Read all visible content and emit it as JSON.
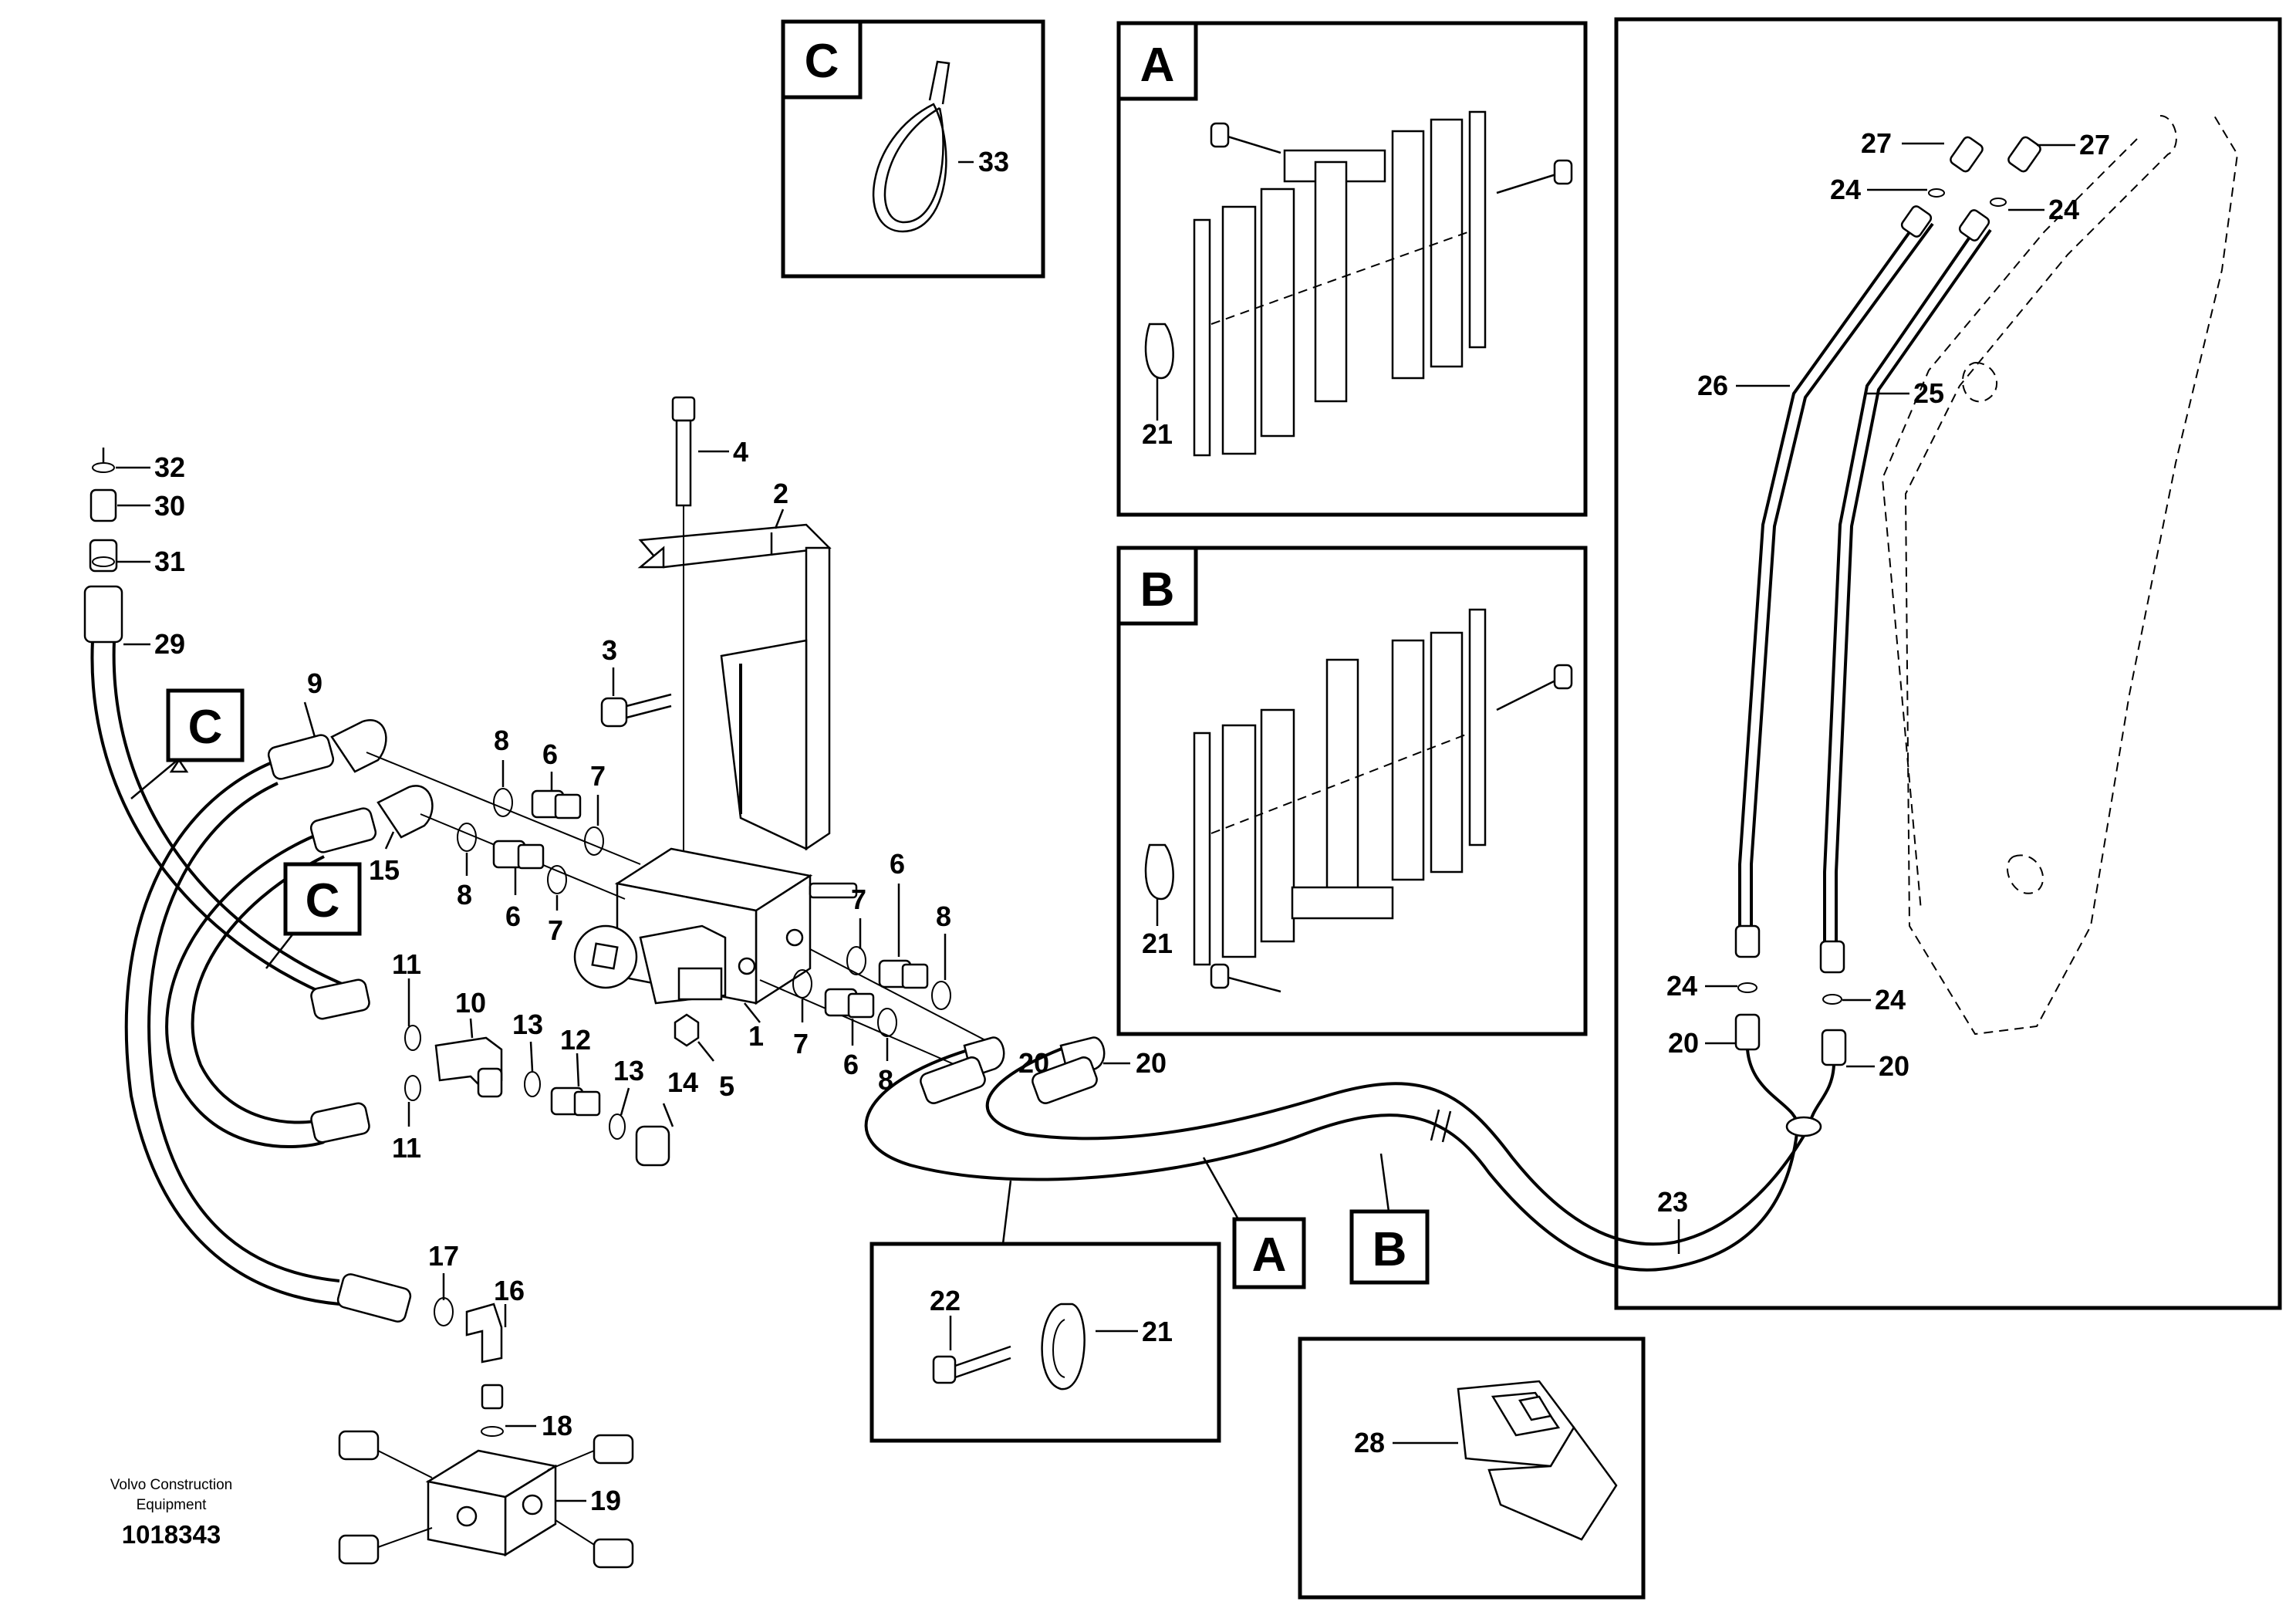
{
  "diagram": {
    "credit": {
      "line1": "Volvo Construction",
      "line2": "Equipment",
      "number": "1018343"
    },
    "detail_tags": {
      "c_top": "C",
      "a_panel": "A",
      "b_panel": "B",
      "c_left1": "C",
      "c_left2": "C",
      "a_hose": "A",
      "b_hose": "B"
    },
    "labels": {
      "p32": "32",
      "p30": "30",
      "p31": "31",
      "p29": "29",
      "p9": "9",
      "p15": "15",
      "p4": "4",
      "p2": "2",
      "p3": "3",
      "p8a": "8",
      "p6a": "6",
      "p7a": "7",
      "p8b": "8",
      "p6b": "6",
      "p7b": "7",
      "p6c": "6",
      "p7c": "7",
      "p8c": "8",
      "p7d": "7",
      "p6d": "6",
      "p8d": "8",
      "p1": "1",
      "p5": "5",
      "p11a": "11",
      "p10": "10",
      "p13a": "13",
      "p12": "12",
      "p13b": "13",
      "p14": "14",
      "p11b": "11",
      "p20a": "20",
      "p20b": "20",
      "p17": "17",
      "p16": "16",
      "p18": "18",
      "p19": "19",
      "p33": "33",
      "p21a": "21",
      "p21b": "21",
      "p21c": "21",
      "p22": "22",
      "p27a": "27",
      "p27b": "27",
      "p24a": "24",
      "p24b": "24",
      "p26": "26",
      "p25": "25",
      "p24c": "24",
      "p24d": "24",
      "p20c": "20",
      "p20d": "20",
      "p23": "23",
      "p28": "28"
    }
  }
}
